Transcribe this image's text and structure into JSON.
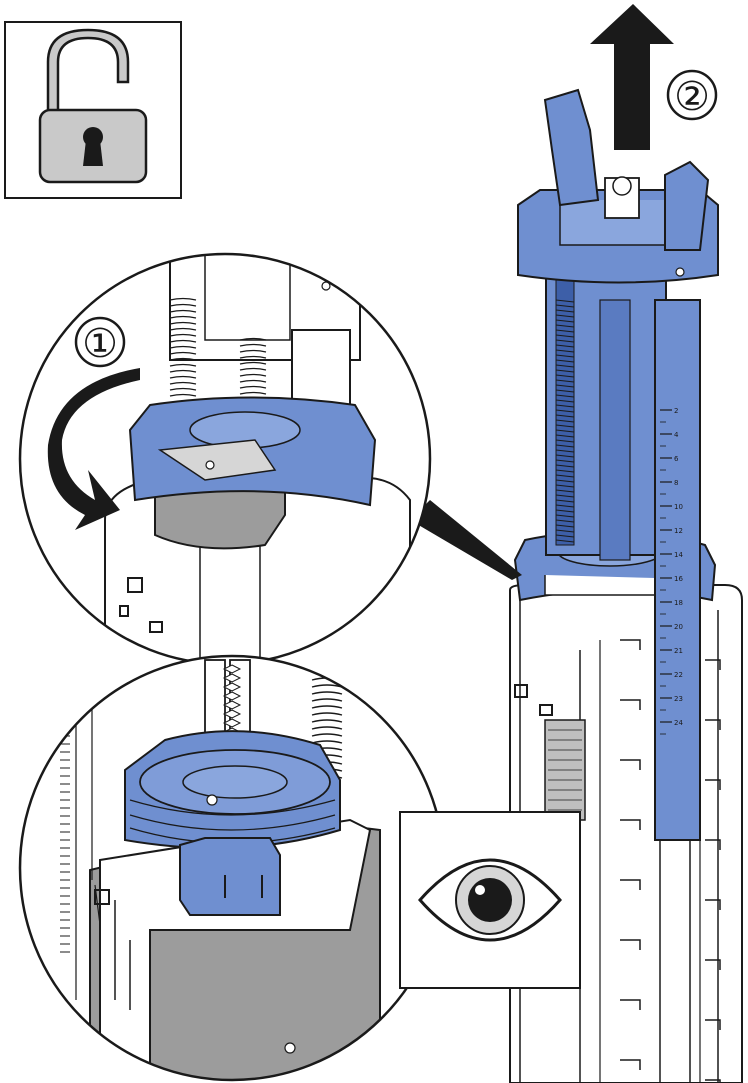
{
  "steps": [
    {
      "number": "①",
      "action": "rotate"
    },
    {
      "number": "②",
      "action": "pull-up"
    }
  ],
  "scale_marks": [
    "2",
    "4",
    "6",
    "8",
    "10",
    "12",
    "14",
    "16",
    "18",
    "20"
  ],
  "tall_scale_marks": [
    "2",
    "4",
    "6",
    "8",
    "10",
    "12",
    "14",
    "16",
    "18",
    "20",
    "21",
    "22",
    "23",
    "24"
  ],
  "icons": {
    "lock_state": "unlocked-padlock-icon",
    "inspect": "eye-icon",
    "rotate": "curved-rotate-arrow-icon",
    "pull": "up-arrow-icon"
  },
  "colors": {
    "accent_blue": "#6f8fd0",
    "accent_blue_dark": "#3d5fa8",
    "grey_body": "#9c9c9c",
    "grey_light": "#d6d6d6",
    "stroke": "#1a1a1a"
  }
}
